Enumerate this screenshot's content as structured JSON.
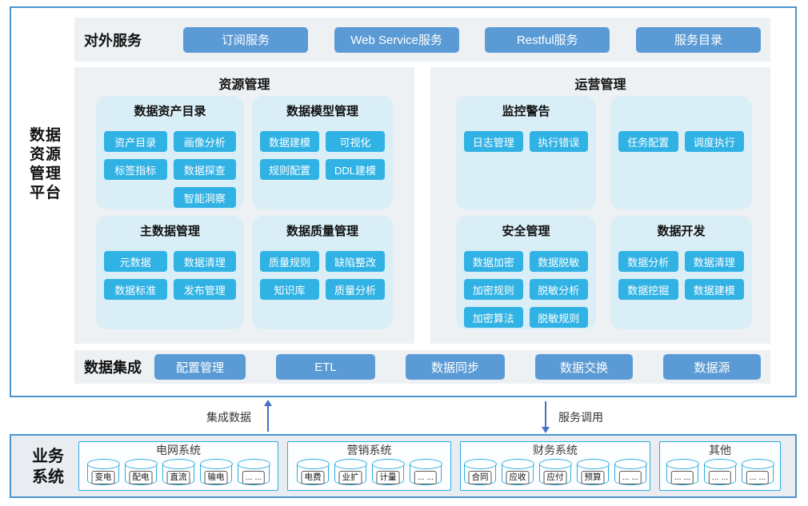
{
  "platform": {
    "label": "数据\n资源\n管理\n平台"
  },
  "external_services": {
    "title": "对外服务",
    "items": [
      "订阅服务",
      "Web Service服务",
      "Restful服务",
      "服务目录"
    ]
  },
  "resource_management": {
    "title": "资源管理",
    "cards": [
      {
        "title": "数据资产目录",
        "items": [
          "资产目录",
          "画像分析",
          "标签指标",
          "数据探查",
          "智能洞察"
        ]
      },
      {
        "title": "数据模型管理",
        "items": [
          "数据建模",
          "可视化",
          "规则配置",
          "DDL建模"
        ]
      },
      {
        "title": "主数据管理",
        "items": [
          "元数据",
          "数据清理",
          "数据标准",
          "发布管理"
        ]
      },
      {
        "title": "数据质量管理",
        "items": [
          "质量规则",
          "缺陷整改",
          "知识库",
          "质量分析"
        ]
      }
    ]
  },
  "operation_management": {
    "title": "运营管理",
    "cards": [
      {
        "title": "监控警告",
        "items": [
          "日志管理",
          "执行错误"
        ]
      },
      {
        "title": "",
        "items": [
          "任务配置",
          "调度执行"
        ]
      },
      {
        "title": "安全管理",
        "items": [
          "数据加密",
          "数据脱敏",
          "加密规则",
          "脱敏分析",
          "加密算法",
          "脱敏规则"
        ]
      },
      {
        "title": "数据开发",
        "items": [
          "数据分析",
          "数据清理",
          "数据挖掘",
          "数据建模"
        ]
      }
    ]
  },
  "data_integration": {
    "title": "数据集成",
    "items": [
      "配置管理",
      "ETL",
      "数据同步",
      "数据交换",
      "数据源"
    ]
  },
  "flows": {
    "integration_label": "集成数据",
    "service_call_label": "服务调用"
  },
  "business_systems": {
    "title": "业务\n系统",
    "groups": [
      {
        "title": "电网系统",
        "databases": [
          "变电",
          "配电",
          "直流",
          "输电",
          "... ..."
        ]
      },
      {
        "title": "营销系统",
        "databases": [
          "电费",
          "业扩",
          "计量",
          "... ..."
        ]
      },
      {
        "title": "财务系统",
        "databases": [
          "合同",
          "应收",
          "应付",
          "预算",
          "... ..."
        ]
      },
      {
        "title": "其他",
        "databases": [
          "... ...",
          "... ...",
          "... ..."
        ]
      }
    ]
  },
  "colors": {
    "accent_blue": "#5B9BD5",
    "accent_cyan": "#31B2E4",
    "card_bg": "#D9EEF6",
    "panel_bg": "#EEF1F4",
    "border_blue": "#4E95CE",
    "cyan_border": "#2BACE2",
    "arrow_blue": "#4472C4",
    "bottom_bg": "#E9EDF1"
  }
}
